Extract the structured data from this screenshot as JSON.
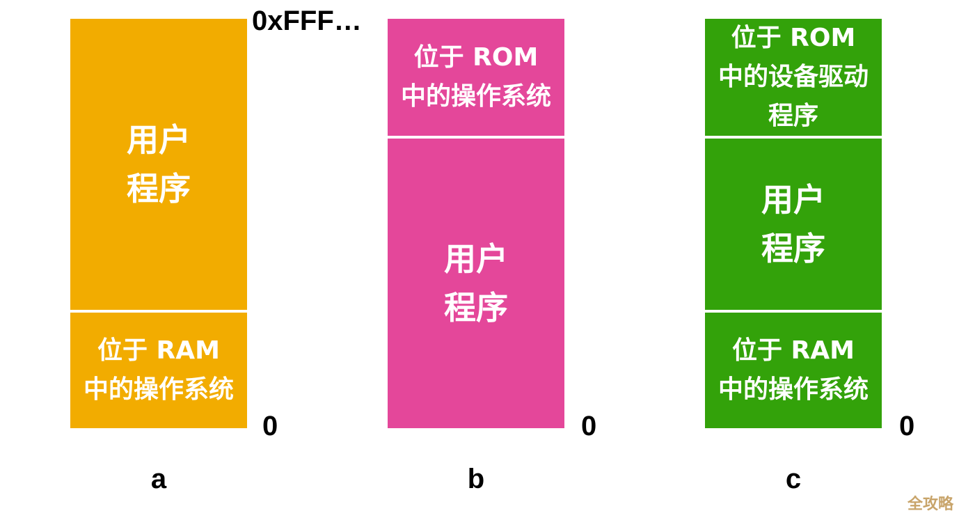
{
  "top_address": "0xFFF…",
  "columns": [
    {
      "letter": "a",
      "bottom_address": "0",
      "color": "#F2AC00",
      "blocks": [
        {
          "text": "用户\n程序"
        },
        {
          "text": "位于 RAM\n中的操作系统"
        }
      ]
    },
    {
      "letter": "b",
      "bottom_address": "0",
      "color": "#E4479A",
      "blocks": [
        {
          "text": "位于 ROM\n中的操作系统"
        },
        {
          "text": "用户\n程序"
        }
      ]
    },
    {
      "letter": "c",
      "bottom_address": "0",
      "color": "#33A20A",
      "blocks": [
        {
          "text": "位于 ROM\n中的设备驱动\n程序"
        },
        {
          "text": "用户\n程序"
        },
        {
          "text": "位于 RAM\n中的操作系统"
        }
      ]
    }
  ],
  "watermark": "全攻略"
}
